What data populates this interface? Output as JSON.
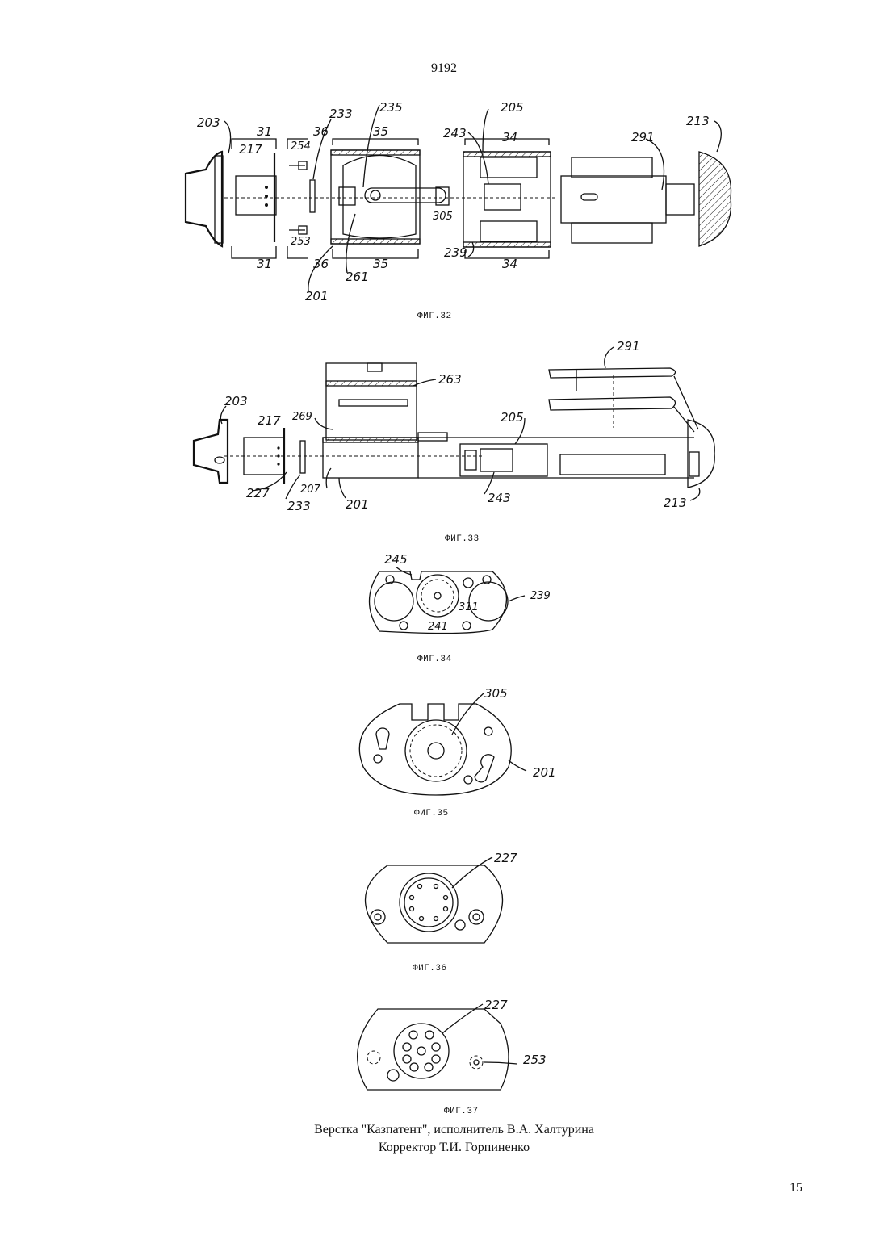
{
  "page": {
    "top_number": "9192",
    "bottom_number": "15"
  },
  "figures": [
    {
      "caption": "ФИГ.32",
      "labels": [
        "203",
        "217",
        "31",
        "31",
        "254",
        "253",
        "36",
        "36",
        "233",
        "235",
        "35",
        "35",
        "261",
        "201",
        "205",
        "243",
        "34",
        "34",
        "305",
        "239",
        "291",
        "213"
      ]
    },
    {
      "caption": "ФИГ.33",
      "labels": [
        "203",
        "217",
        "227",
        "233",
        "269",
        "207",
        "201",
        "263",
        "205",
        "243",
        "291",
        "213"
      ]
    },
    {
      "caption": "ФИГ.34",
      "labels": [
        "245",
        "311",
        "239",
        "241"
      ]
    },
    {
      "caption": "ФИГ.35",
      "labels": [
        "305",
        "201"
      ]
    },
    {
      "caption": "ФИГ.36",
      "labels": [
        "227"
      ]
    },
    {
      "caption": "ФИГ.37",
      "labels": [
        "227",
        "253"
      ]
    }
  ],
  "footer": {
    "line1": "Верстка \"Казпатент\", исполнитель В.А. Халтурина",
    "line2": "Корректор Т.И. Горпиненко"
  }
}
